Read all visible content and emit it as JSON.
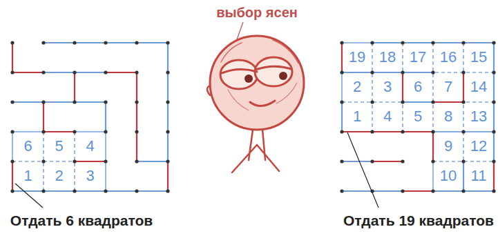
{
  "diagram": {
    "labels": [
      "выбор ясен",
      "6",
      "5",
      "4",
      "1",
      "2",
      "3",
      "19",
      "18",
      "17",
      "16",
      "15",
      "2",
      "3",
      "6",
      "7",
      "14",
      "1",
      "4",
      "5",
      "8",
      "13",
      "9",
      "12",
      "10",
      "11",
      "Отдать 6 квадратов",
      "Отдать 19 квадратов"
    ]
  }
}
